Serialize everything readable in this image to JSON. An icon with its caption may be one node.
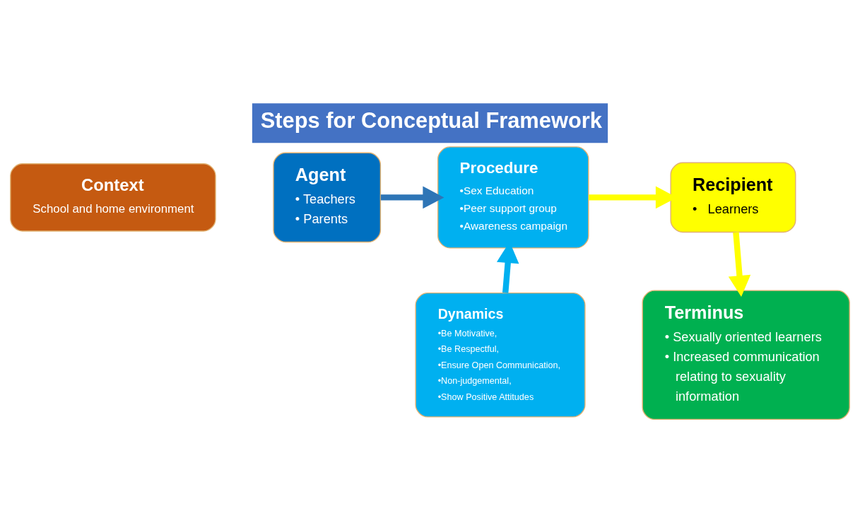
{
  "diagram": {
    "title": "Steps for Conceptual Framework",
    "nodes": [
      {
        "text": [
          "Context",
          "School and home environment"
        ]
      },
      {
        "text": [
          "Agent",
          "• Teachers",
          "• Parents"
        ]
      },
      {
        "text": [
          "Procedure",
          "•Sex Education",
          "•Peer support group",
          "•Awareness campaign"
        ]
      },
      {
        "text": [
          "Recipient",
          "•   Learners"
        ]
      },
      {
        "text": [
          "Terminus",
          "• Sexually oriented learners",
          "• Increased communication relating to sexuality information"
        ]
      },
      {
        "text": [
          "Dynamics",
          "•Be Motivative,",
          "•Be Respectful,",
          "•Ensure Open Communication,",
          "•Non-judgemental,",
          "•Show Positive Attitudes"
        ]
      }
    ],
    "edges": [
      {
        "from": 1,
        "to": 2,
        "arrow": "to",
        "color": "#2e75b6"
      },
      {
        "from": 2,
        "to": 3,
        "arrow": "to"
      },
      {
        "from": 3,
        "to": 4,
        "arrow": "to"
      },
      {
        "from": 5,
        "to": 2,
        "arrow": "to",
        "color": "#00b0f0"
      }
    ]
  }
}
